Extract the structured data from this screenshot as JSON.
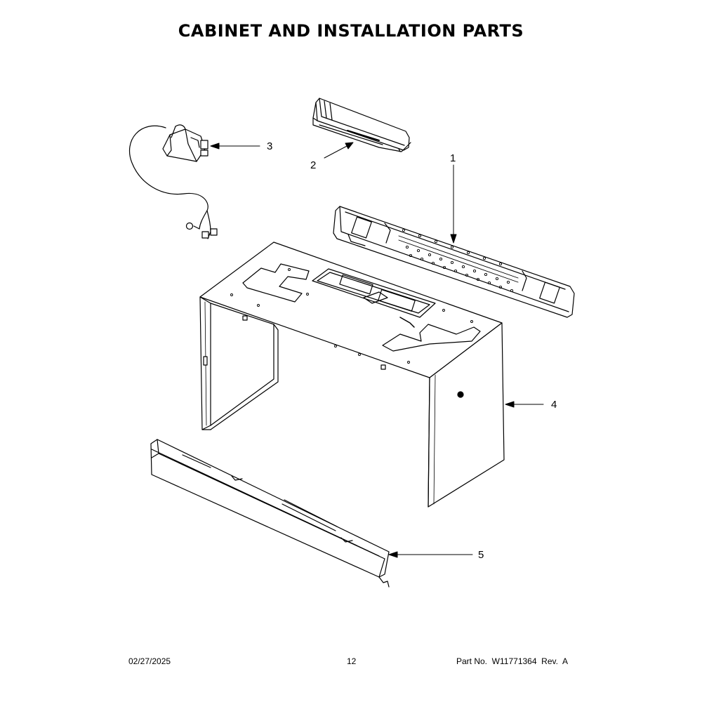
{
  "page": {
    "title": "CABINET AND INSTALLATION PARTS"
  },
  "callouts": [
    {
      "id": "1",
      "label": "1"
    },
    {
      "id": "2",
      "label": "2"
    },
    {
      "id": "3",
      "label": "3"
    },
    {
      "id": "4",
      "label": "4"
    },
    {
      "id": "5",
      "label": "5"
    }
  ],
  "footer": {
    "date": "02/27/2025",
    "page_number": "12",
    "part_number": "Part No.  W11771364  Rev.  A"
  }
}
